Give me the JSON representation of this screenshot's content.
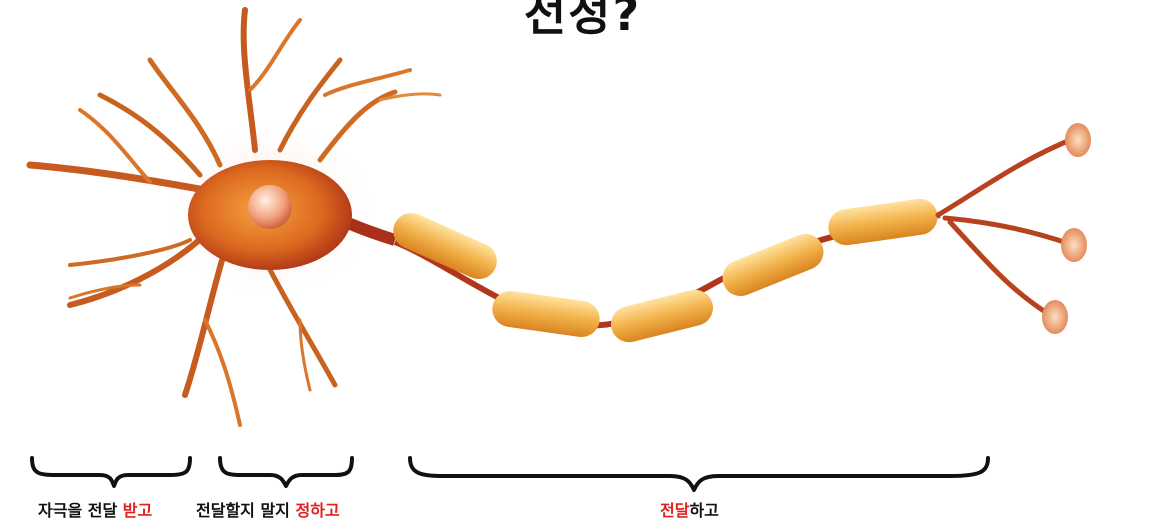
{
  "title": "전정?",
  "labels": {
    "receive": {
      "text": "자극을 전달 ",
      "highlight": "받고"
    },
    "decide": {
      "text": "전달할지 말지 ",
      "highlight": "정하고"
    },
    "transmit": {
      "highlight": "전달",
      "text": "하고"
    }
  },
  "colors": {
    "accent": "#e0221b",
    "neuron_body": "#d8641c",
    "myelin": "#f2b24a"
  }
}
